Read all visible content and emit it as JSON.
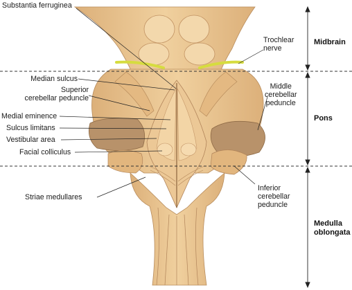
{
  "labels": {
    "substantia_ferruginea": "Substantia ferruginea",
    "trochlear_nerve": [
      "Trochlear",
      "nerve"
    ],
    "median_sulcus": "Median sulcus",
    "superior_cerebellar_peduncle": [
      "Superior",
      "cerebellar peduncle"
    ],
    "middle_cerebellar_peduncle": [
      "Middle",
      "cerebellar",
      "peduncle"
    ],
    "medial_eminence": "Medial eminence",
    "sulcus_limitans": "Sulcus limitans",
    "vestibular_area": "Vestibular area",
    "facial_colliculus": "Facial colliculus",
    "striae_medullares": "Striae medullares",
    "inferior_cerebellar_peduncle": [
      "Inferior",
      "cerebellar",
      "peduncle"
    ]
  },
  "regions": {
    "midbrain": "Midbrain",
    "pons": "Pons",
    "medulla": [
      "Medulla",
      "oblongata"
    ]
  },
  "colors": {
    "tissue": "#e9c28d",
    "tissue_light": "#f1d3a5",
    "tissue_shadow": "#cfa574",
    "cut_peduncle": "#b8926a",
    "nerve": "#d6dc3f",
    "divider": "#333333"
  }
}
